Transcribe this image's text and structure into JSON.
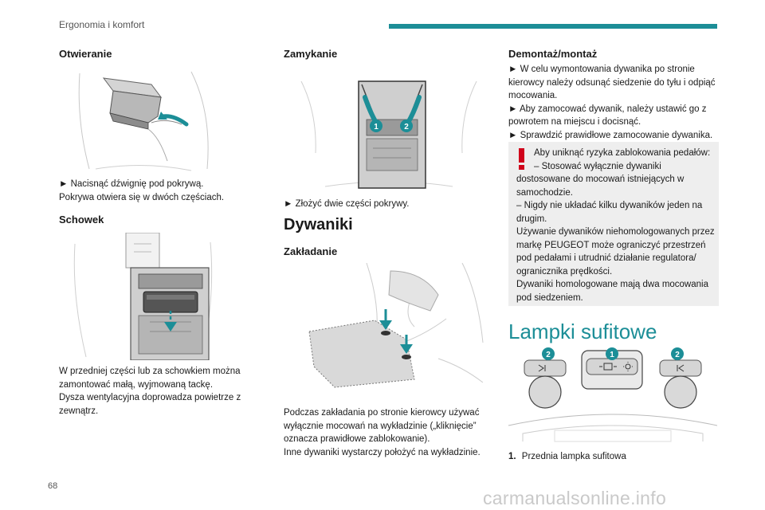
{
  "header": {
    "section": "Ergonomia i komfort"
  },
  "col1": {
    "opening_title": "Otwieranie",
    "opening_lines": [
      "► Nacisnąć dźwignię pod pokrywą.",
      "Pokrywa otwiera się w dwóch częściach."
    ],
    "storage_title": "Schowek",
    "storage_lines": [
      "W przedniej części lub za schowkiem można",
      "zamontować małą, wyjmowaną tackę.",
      "Dysza wentylacyjna doprowadza powietrze z",
      "zewnątrz."
    ]
  },
  "col2": {
    "closing_title": "Zamykanie",
    "closing_lines": [
      "► Złożyć dwie części pokrywy."
    ],
    "closing_badges": [
      "1",
      "2"
    ],
    "mats_title": "Dywaniki",
    "fitting_title": "Zakładanie",
    "fitting_lines": [
      "Podczas zakładania po stronie kierowcy używać",
      "wyłącznie mocowań na wykładzinie („kliknięcie”",
      "oznacza prawidłowe zablokowanie).",
      "Inne dywaniki wystarczy położyć na wykładzinie."
    ]
  },
  "col3": {
    "removal_title": "Demontaż/montaż",
    "removal_lines": [
      "► W celu wymontowania dywanika po stronie",
      "kierowcy należy odsunąć siedzenie do tyłu i odpiąć",
      "mocowania.",
      "► Aby zamocować dywanik, należy ustawić go z",
      "powrotem na miejscu i docisnąć.",
      "► Sprawdzić prawidłowe zamocowanie dywanika."
    ],
    "warning_lines": [
      "Aby uniknąć ryzyka zablokowania pedałów:",
      "– Stosować wyłącznie dywaniki",
      "dostosowane do mocowań istniejących w",
      "samochodzie.",
      "– Nigdy nie układać kilku dywaników jeden na",
      "drugim.",
      "Używanie dywaników niehomologowanych przez",
      "markę PEUGEOT może ograniczyć przestrzeń",
      "pod pedałami i utrudnić działanie regulatora/",
      "ogranicznika prędkości.",
      "Dywaniki homologowane mają dwa mocowania",
      "pod siedzeniem."
    ],
    "lamps_title": "Lampki sufitowe",
    "lamp_badges": [
      "2",
      "1",
      "2"
    ],
    "lamp_item_number": "1.",
    "lamp_item_text": "Przednia lampka sufitowa"
  },
  "footer": {
    "page_number": "68",
    "watermark": "carmanualsonline.info"
  },
  "colors": {
    "accent": "#1c8e97",
    "warning_red": "#d0021b",
    "warning_bg": "#eeeeee"
  }
}
